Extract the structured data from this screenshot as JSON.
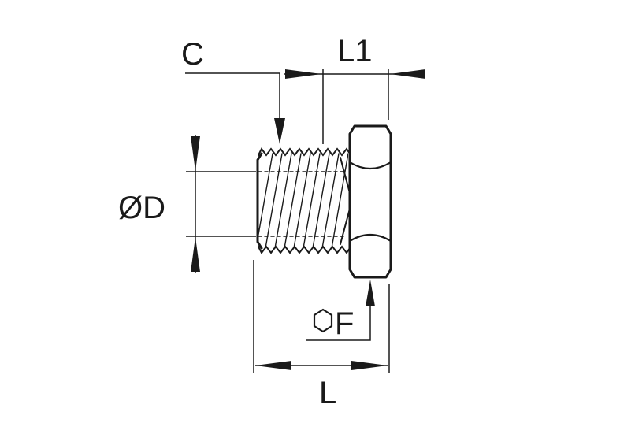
{
  "labels": {
    "c": "C",
    "l1": "L1",
    "d": "ØD",
    "f": "F",
    "l": "L"
  },
  "colors": {
    "line": "#1a1a1a",
    "background": "#ffffff"
  }
}
